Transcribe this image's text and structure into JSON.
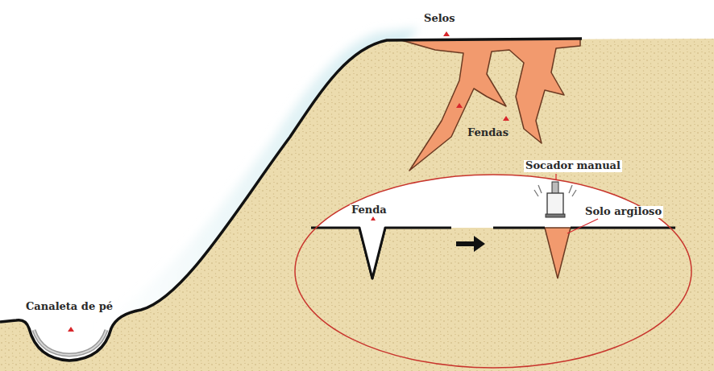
{
  "diagram": {
    "labels": [
      "Selos",
      "Fendas",
      "Fenda",
      "Socador manual",
      "Solo argiloso",
      "Canaleta de pé"
    ]
  }
}
